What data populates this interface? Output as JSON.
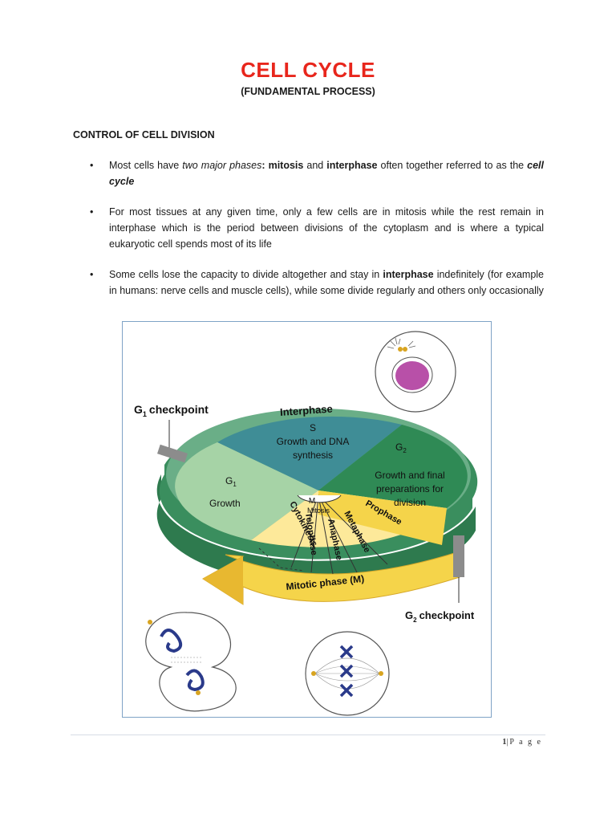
{
  "document": {
    "title": "CELL CYCLE",
    "subtitle": "(FUNDAMENTAL PROCESS)",
    "section_heading": "CONTROL OF CELL DIVISION",
    "bullets": [
      {
        "parts": [
          {
            "t": "Most cells have ",
            "s": "normal"
          },
          {
            "t": "two major phases",
            "s": "italic"
          },
          {
            "t": ": ",
            "s": "bold"
          },
          {
            "t": "mitosis",
            "s": "bold"
          },
          {
            "t": " and ",
            "s": "normal"
          },
          {
            "t": "interphase",
            "s": "bold"
          },
          {
            "t": " often together referred to as the ",
            "s": "normal"
          },
          {
            "t": "cell cycle",
            "s": "bolditalic"
          }
        ]
      },
      {
        "parts": [
          {
            "t": "For most tissues at any given time, only a few cells are in mitosis while the rest remain in interphase which is the period between divisions of the cytoplasm and is where a typical eukaryotic cell spends most of its life",
            "s": "normal"
          }
        ]
      },
      {
        "parts": [
          {
            "t": "Some cells lose the capacity to divide altogether and stay in ",
            "s": "normal"
          },
          {
            "t": "interphase",
            "s": "bold"
          },
          {
            "t": " indefinitely (for example in humans: nerve cells and muscle cells), while some divide regularly and others only occasionally",
            "s": "normal"
          }
        ]
      }
    ],
    "bullet_symbol": "•",
    "page_footer": {
      "number": "1",
      "separator": "|",
      "label": "P a g e"
    }
  },
  "figure": {
    "labels": {
      "g1_checkpoint": "checkpoint",
      "g1_prefix": "G",
      "g1_sub": "1",
      "interphase": "Interphase",
      "s_title": "S",
      "s_line1": "Growth and DNA",
      "s_line2": "synthesis",
      "g2_title": "G",
      "g2_sub": "2",
      "g2_line1": "Growth and final",
      "g2_line2": "preparations for",
      "g2_line3": "division",
      "g1_title": "G",
      "g1_title_sub": "1",
      "g1_growth": "Growth",
      "m": "M",
      "mitosis": "Mitosis",
      "cytokinesis": "Cytokinesis",
      "telophase": "Telophase",
      "anaphase": "Anaphase",
      "metaphase": "Metaphase",
      "prophase": "Prophase",
      "mitotic_phase": "Mitotic phase (M)",
      "g2_checkpoint_prefix": "G",
      "g2_checkpoint_sub": "2",
      "g2_checkpoint": "checkpoint"
    },
    "colors": {
      "g1": "#a6d3a6",
      "s": "#3f8d96",
      "g2": "#2f8a55",
      "ring": "#69ae87",
      "ring_side": "#2e7a4e",
      "mitotic": "#f5d44a",
      "mitotic_light": "#fde99a",
      "nucleus": "#b850a8",
      "chromosome": "#2a3a8a",
      "checkpoint_bar": "#8c8c8c"
    }
  }
}
